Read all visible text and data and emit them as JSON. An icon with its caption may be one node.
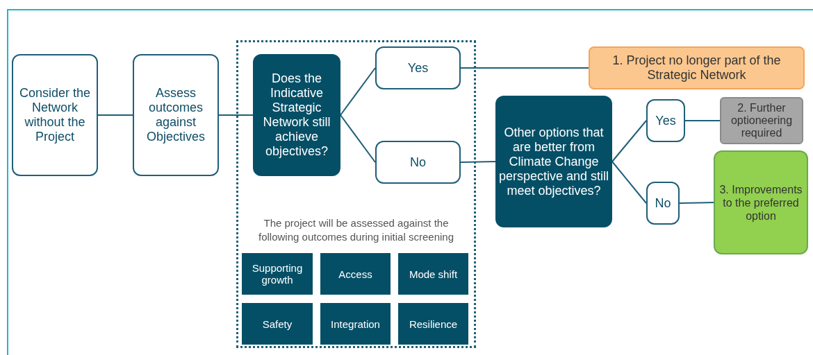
{
  "diagram": {
    "nodes": [
      {
        "text": [
          "Consider the Network without the Project"
        ]
      },
      {
        "text": [
          "Assess outcomes against Objectives"
        ]
      },
      {
        "text": [
          "The project will be assessed against the following outcomes during initial screening"
        ]
      },
      {
        "text": [
          "Does the Indicative Strategic Network still achieve objectives?"
        ],
        "in": 2
      },
      {
        "text": [
          "Yes"
        ],
        "in": 2
      },
      {
        "text": [
          "No"
        ],
        "in": 2
      },
      {
        "text": [
          "1. Project no longer part of the Strategic Network"
        ]
      },
      {
        "text": [
          "Other options that are better from Climate Change perspective and still meet objectives?"
        ]
      },
      {
        "text": [
          "Yes"
        ]
      },
      {
        "text": [
          "No"
        ]
      },
      {
        "text": [
          "2. Further optioneering required"
        ]
      },
      {
        "text": [
          "3. Improvements to the preferred option"
        ]
      },
      {
        "text": [
          "Supporting growth"
        ],
        "in": 2
      },
      {
        "text": [
          "Access"
        ],
        "in": 2
      },
      {
        "text": [
          "Mode shift"
        ],
        "in": 2
      },
      {
        "text": [
          "Safety"
        ],
        "in": 2
      },
      {
        "text": [
          "Integration"
        ],
        "in": 2
      },
      {
        "text": [
          "Resilience"
        ],
        "in": 2
      }
    ],
    "edges": [
      {
        "from": 0,
        "to": 1,
        "arrow": "none"
      },
      {
        "from": 1,
        "to": 3,
        "arrow": "none"
      },
      {
        "from": 3,
        "to": 4,
        "arrow": "none"
      },
      {
        "from": 3,
        "to": 5,
        "arrow": "none"
      },
      {
        "from": 4,
        "to": 6,
        "arrow": "none"
      },
      {
        "from": 5,
        "to": 7,
        "arrow": "none"
      },
      {
        "from": 7,
        "to": 8,
        "arrow": "none"
      },
      {
        "from": 7,
        "to": 9,
        "arrow": "none"
      },
      {
        "from": 8,
        "to": 10,
        "arrow": "none"
      },
      {
        "from": 9,
        "to": 11,
        "arrow": "none"
      }
    ]
  }
}
